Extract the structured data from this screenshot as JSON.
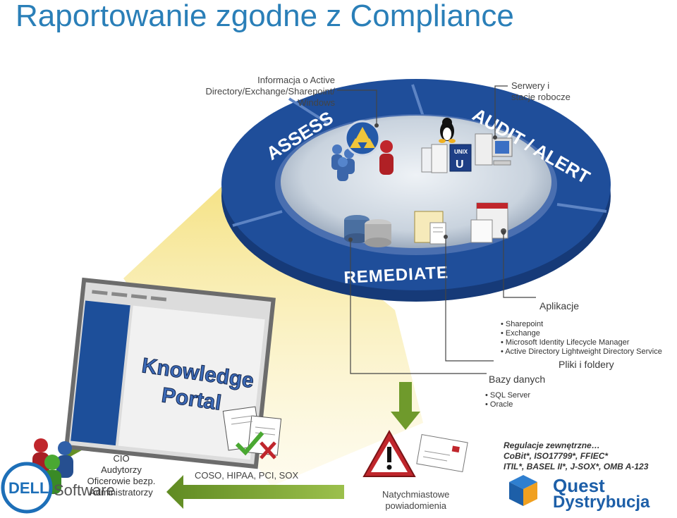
{
  "title": "Raportowanie zgodne z Compliance",
  "ring": {
    "assess": "ASSESS",
    "audit_alert": "AUDIT / ALERT",
    "remediate": "REMEDIATE"
  },
  "labels": {
    "ad_info": [
      "Informacja o Active",
      "Directory/Exchange/Sharepoint/",
      "Windows"
    ],
    "servers": [
      "Serwery i",
      "stacje robocze"
    ],
    "applications": "Aplikacje",
    "app_list": [
      "Sharepoint",
      "Exchange",
      "Microsoft Identity Lifecycle Manager",
      "Active Directory Lightweight Directory Service"
    ],
    "files_folders": "Pliki i foldery",
    "databases": "Bazy danych",
    "db_list": [
      "SQL Server",
      "Oracle"
    ],
    "roles": [
      "CIO",
      "Audytorzy",
      "Oficerowie bezp.",
      "Administratorzy"
    ],
    "standards": "COSO, HIPAA, PCI, SOX",
    "notifications": [
      "Natychmiastowe",
      "powiadomienia"
    ],
    "external_regs": [
      "Regulacje zewnętrzne…",
      "CoBit*, ISO17799*, FFIEC*",
      "ITIL*, BASEL II*, J-SOX*, OMB A-123"
    ],
    "unix": "UNIX"
  },
  "portal": [
    "Knowledge",
    "Portal"
  ],
  "logos": {
    "dell": "DELL",
    "software": "Software",
    "quest": "Quest",
    "dystrybucja": "Dystrybucja"
  },
  "colors": {
    "ring_blue": "#1f4e9a",
    "ring_dark": "#163a78",
    "title_blue": "#2a7fb8",
    "arrow_green": "#7fa33a",
    "beam_yellow": "#f7e9a0",
    "alert_red": "#c0262c",
    "quest_blue": "#1d5fa8"
  },
  "icons": [
    "users-icon",
    "ad-tree-icon",
    "admin-user-icon",
    "linux-penguin-icon",
    "unix-server-icon",
    "workstation-icon",
    "database-icon",
    "folder-icon",
    "application-icon",
    "warning-icon",
    "email-icon",
    "document-icon",
    "check-icon"
  ]
}
